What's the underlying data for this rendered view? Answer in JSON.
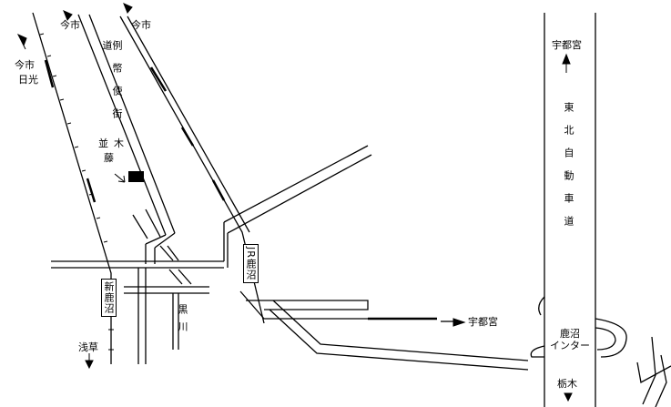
{
  "labels": {
    "imaichi_left_line1": "今市",
    "imaichi_left_line2": "日光",
    "imaichi_mid": "今市",
    "imaichi_right": "今市",
    "reiheishi_kaido": "例幣使街道",
    "namiki_line1": "並木",
    "namiki_line2": "藤",
    "jr_kanuma": "JR鹿沼",
    "shin_kanuma": "新鹿沼",
    "kurokawa": "黒川",
    "asakusa": "浅草",
    "utsunomiya_east": "宇都宮",
    "utsunomiya_top": "宇都宮",
    "tohoku_expressway": "東北自動車道",
    "kanuma_ic_line1": "鹿沼",
    "kanuma_ic_line2": "インター",
    "tochigi": "栃木"
  }
}
